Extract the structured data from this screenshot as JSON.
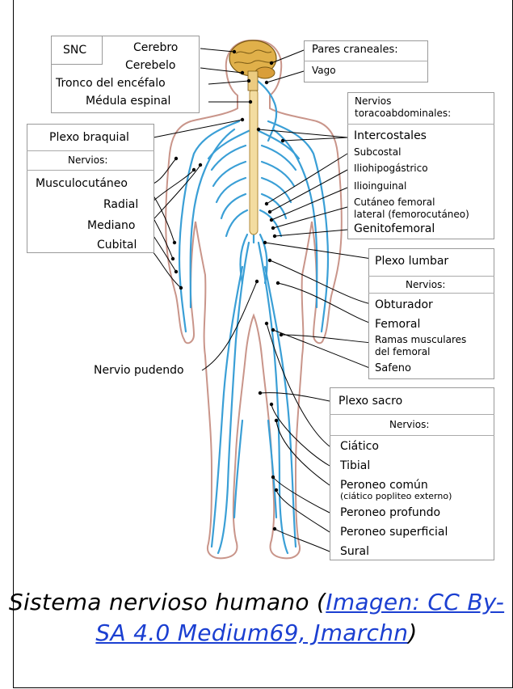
{
  "labels": {
    "snc": "SNC",
    "cerebro": "Cerebro",
    "cerebelo": "Cerebelo",
    "tronco": "Tronco del encéfalo",
    "medula": "Médula espinal",
    "pares": "Pares craneales:",
    "vago": "Vago",
    "nervios_tora_1": "Nervios",
    "nervios_tora_2": "toracoabdominales:",
    "intercostales": "Intercostales",
    "subcostal": "Subcostal",
    "iliohipo": "Iliohipogástrico",
    "ilioinguinal": "Ilioinguinal",
    "cutaneo_1": "Cutáneo femoral",
    "cutaneo_2": "lateral (femorocutáneo)",
    "genitofemoral": "Genitofemoral",
    "plexo_braquial": "Plexo braquial",
    "nervios_braquial": "Nervios:",
    "musculocutaneo": "Musculocutáneo",
    "radial": "Radial",
    "mediano": "Mediano",
    "cubital": "Cubital",
    "plexo_lumbar": "Plexo lumbar",
    "nervios_lumbar": "Nervios:",
    "obturador": "Obturador",
    "femoral": "Femoral",
    "ramas_1": "Ramas musculares",
    "ramas_2": "del femoral",
    "safeno": "Safeno",
    "pudendo": "Nervio pudendo",
    "plexo_sacro": "Plexo sacro",
    "nervios_sacro": "Nervios:",
    "ciatico": "Ciático",
    "tibial": "Tibial",
    "peroneo_comun": "Peroneo común",
    "peroneo_comun_sub": "(ciático popliteo externo)",
    "peroneo_profundo": "Peroneo profundo",
    "peroneo_superficial": "Peroneo superficial",
    "sural": "Sural"
  },
  "caption": {
    "text_before": "Sistema nervioso humano (",
    "link": "Imagen: CC By-SA 4.0 Medium69, Jmarchn",
    "text_after": ")"
  },
  "colors": {
    "nerve": "#3a9fd6",
    "body_outline": "#c9958a",
    "cord": "#f3dca0",
    "brain": "#e0b04a"
  }
}
